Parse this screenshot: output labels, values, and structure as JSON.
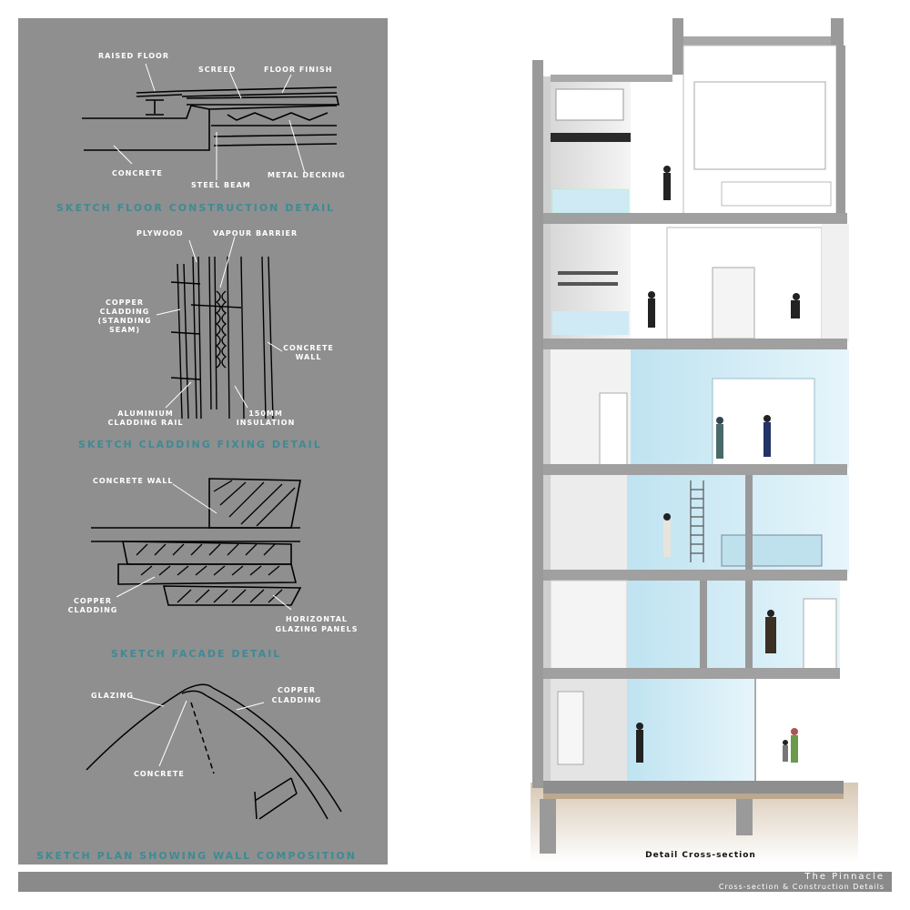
{
  "sketch1": {
    "title": "SKETCH FLOOR CONSTRUCTION DETAIL",
    "labels": {
      "raised_floor": "RAISED FLOOR",
      "screed": "SCREED",
      "floor_finish": "FLOOR FINISH",
      "concrete": "CONCRETE",
      "steel_beam": "STEEL BEAM",
      "metal_decking": "METAL DECKING"
    }
  },
  "sketch2": {
    "title": "SKETCH CLADDING FIXING DETAIL",
    "labels": {
      "plywood": "PLYWOOD",
      "vapour_barrier": "VAPOUR BARRIER",
      "copper_cladding_1": "COPPER",
      "copper_cladding_2": "CLADDING",
      "copper_cladding_3": "(STANDING",
      "copper_cladding_4": "SEAM)",
      "concrete_wall_1": "CONCRETE",
      "concrete_wall_2": "WALL",
      "aluminium_1": "ALUMINIUM",
      "aluminium_2": "CLADDING RAIL",
      "insulation_1": "150MM",
      "insulation_2": "INSULATION"
    }
  },
  "sketch3": {
    "title": "SKETCH FACADE DETAIL",
    "labels": {
      "concrete_wall": "CONCRETE WALL",
      "copper_1": "COPPER",
      "copper_2": "CLADDING",
      "glazing_1": "HORIZONTAL",
      "glazing_2": "GLAZING PANELS"
    }
  },
  "sketch4": {
    "title": "SKETCH PLAN SHOWING WALL COMPOSITION",
    "labels": {
      "glazing": "GLAZING",
      "copper_1": "COPPER",
      "copper_2": "CLADDING",
      "concrete": "CONCRETE"
    }
  },
  "section": {
    "caption": "Detail Cross-section"
  },
  "footer": {
    "title": "The Pinnacle",
    "subtitle": "Cross-section & Construction Details"
  },
  "colors": {
    "panel": "#8f8f8f",
    "title_teal": "#3f8a94",
    "footer": "#8a8a8a",
    "glass": "#cfeaf5"
  }
}
